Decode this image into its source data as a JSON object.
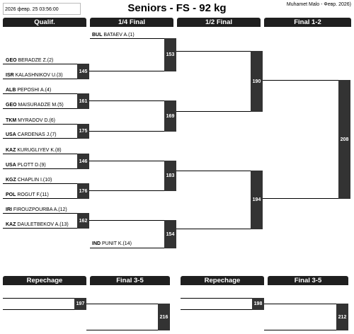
{
  "header": {
    "datetime": "2026 февр. 25 03:56:00",
    "title": "Seniors - FS - 92 kg",
    "credit": "Muhamet Malo - Февр. 2026)"
  },
  "columns": [
    "Qualif.",
    "1/4 Final",
    "1/2 Final",
    "Final 1-2"
  ],
  "athletes": [
    {
      "country": "BUL",
      "name": "BATAEV A.(1)"
    },
    {
      "country": "GEO",
      "name": "BERADZE Z.(2)"
    },
    {
      "country": "ISR",
      "name": "KALASHNIKOV U.(3)"
    },
    {
      "country": "ALB",
      "name": "PEPOSHI A.(4)"
    },
    {
      "country": "GEO",
      "name": "MAISURADZE M.(5)"
    },
    {
      "country": "TKM",
      "name": "MYRADOV D.(6)"
    },
    {
      "country": "USA",
      "name": "CARDENAS J.(7)"
    },
    {
      "country": "KAZ",
      "name": "KURUGLIYEV K.(8)"
    },
    {
      "country": "USA",
      "name": "PLOTT D.(9)"
    },
    {
      "country": "KGZ",
      "name": "CHAPLIN I.(10)"
    },
    {
      "country": "POL",
      "name": "ROGUT F.(11)"
    },
    {
      "country": "IRI",
      "name": "FIROUZPOURBA A.(12)"
    },
    {
      "country": "KAZ",
      "name": "DAULETBEKOV A.(13)"
    },
    {
      "country": "IND",
      "name": "PUNIT K.(14)"
    }
  ],
  "matches": {
    "m145": "145",
    "m161": "161",
    "m175": "175",
    "m146": "146",
    "m176": "176",
    "m162": "162",
    "m153": "153",
    "m169": "169",
    "m183": "183",
    "m154": "154",
    "m190": "190",
    "m194": "194",
    "m208": "208",
    "m197": "197",
    "m216": "216",
    "m198": "198",
    "m212": "212"
  },
  "repechage": {
    "left": {
      "head1": "Repechage",
      "head2": "Final 3-5"
    },
    "right": {
      "head1": "Repechage",
      "head2": "Final 3-5"
    }
  }
}
